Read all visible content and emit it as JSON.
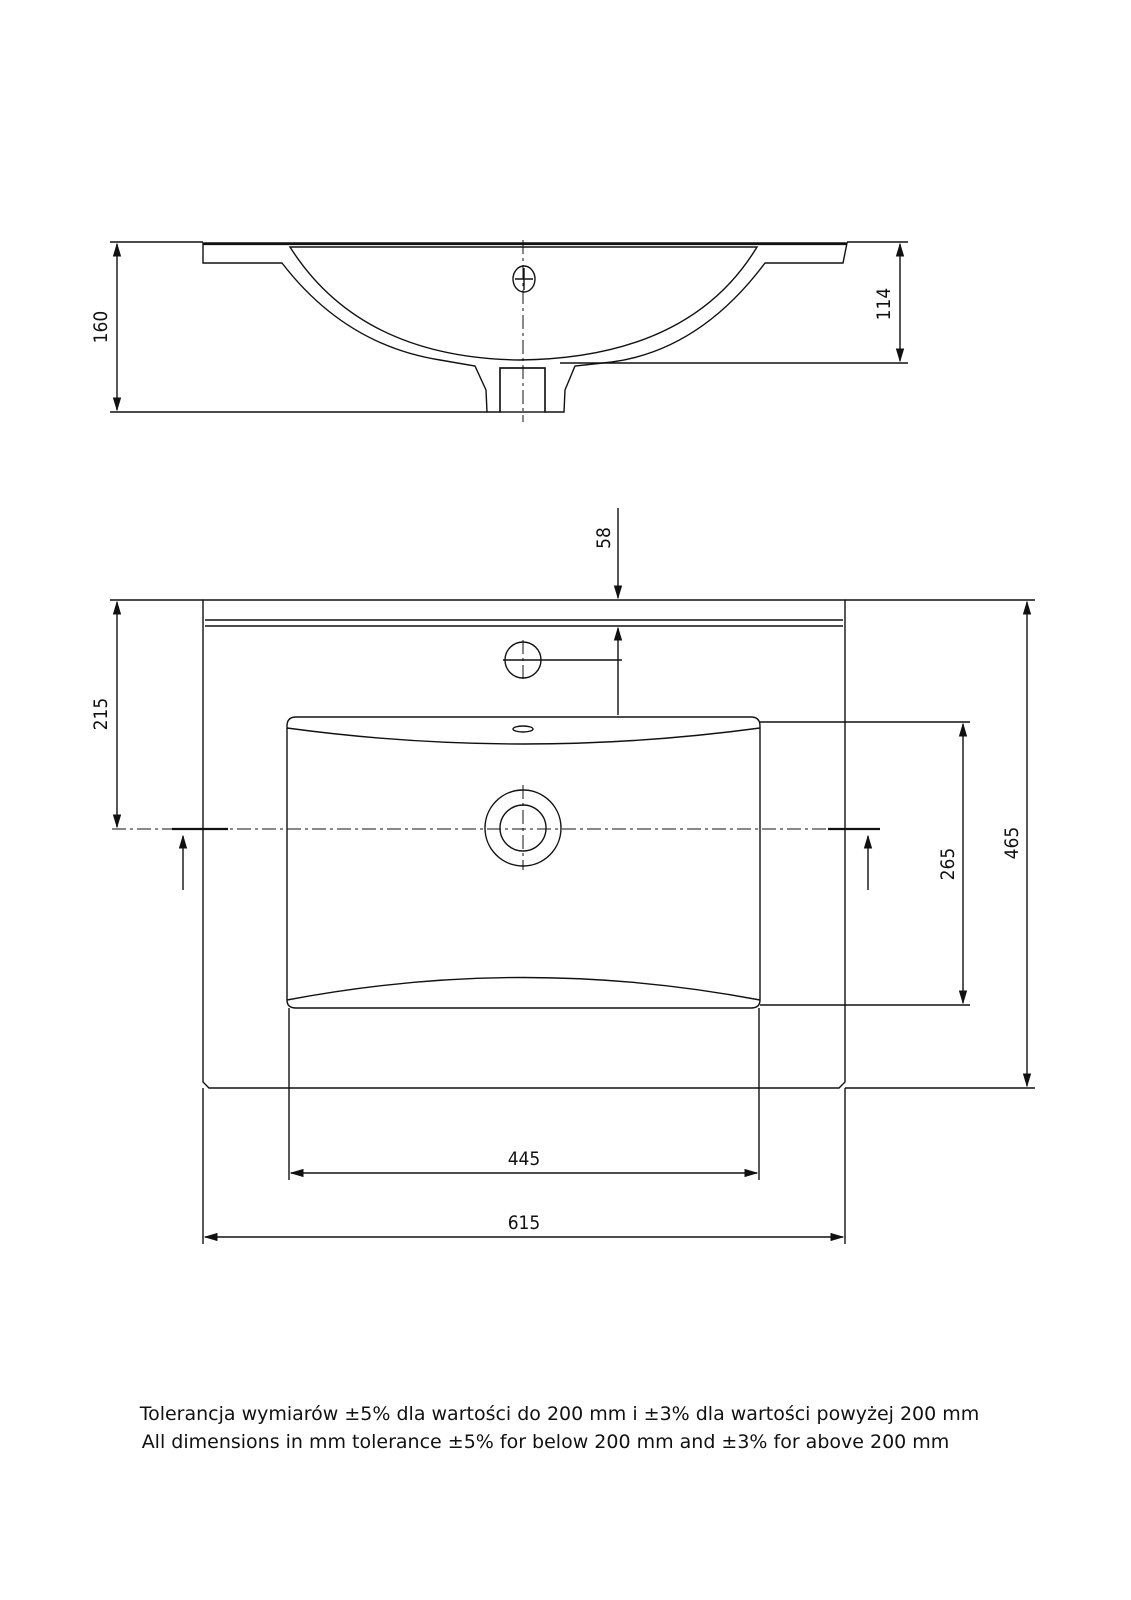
{
  "dimensions": {
    "side_height": "160",
    "bowl_depth": "114",
    "tap_offset": "58",
    "drain_offset": "215",
    "basin_depth": "265",
    "total_depth": "465",
    "basin_width": "445",
    "total_width": "615"
  },
  "notes": {
    "pl": "Tolerancja wymiarów ±5% dla wartości do 200 mm i ±3% dla wartości powyżej 200 mm",
    "en": "All dimensions in mm tolerance ±5% for below 200 mm and ±3% for above 200 mm"
  }
}
